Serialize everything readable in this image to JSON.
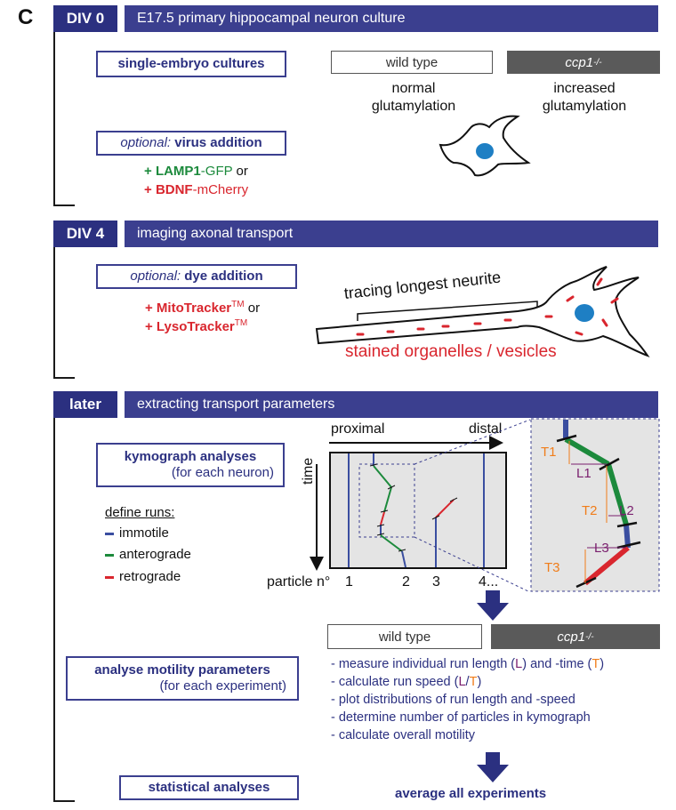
{
  "panel_letter": "C",
  "div0": {
    "tag": "DIV 0",
    "title": "E17.5 primary hippocampal neuron culture",
    "single_embryo": "single-embryo cultures",
    "wt_label": "wild type",
    "ko_label": "ccp1",
    "ko_sup": "-/-",
    "wt_desc_1": "normal",
    "wt_desc_2": "glutamylation",
    "ko_desc_1": "increased",
    "ko_desc_2": "glutamylation",
    "virus_optional": "optional:",
    "virus_label": "virus addition",
    "virus_item1_plus": "+ ",
    "virus_item1_bold": "LAMP1",
    "virus_item1_rest": "-GFP",
    "virus_item1_or": " or",
    "virus_item2_plus": "+ ",
    "virus_item2_bold": "BDNF",
    "virus_item2_rest": "-mCherry"
  },
  "div4": {
    "tag": "DIV 4",
    "title": "imaging axonal transport",
    "dye_optional": "optional:",
    "dye_label": "dye addition",
    "dye_item1": "+ MitoTracker",
    "dye_item1_tm": "TM",
    "dye_item1_or": " or",
    "dye_item2": "+ LysoTracker",
    "dye_item2_tm": "TM",
    "tracing": "tracing longest neurite",
    "stained": "stained organelles / vesicles"
  },
  "later": {
    "tag": "later",
    "title": "extracting transport parameters",
    "kymo_line1": "kymograph analyses",
    "kymo_line2": "(for each neuron)",
    "define_runs": "define runs:",
    "run_immotile": "immotile",
    "run_antero": "anterograde",
    "run_retro": "retrograde",
    "proximal": "proximal",
    "distal": "distal",
    "time": "time",
    "particle": "particle n°",
    "p1": "1",
    "p2": "2",
    "p3": "3",
    "p4": "4...",
    "T1": "T1",
    "T2": "T2",
    "T3": "T3",
    "L1": "L1",
    "L2": "L2",
    "L3": "L3",
    "wt_label": "wild type",
    "ko_label": "ccp1",
    "ko_sup": "-/-",
    "motility_line1": "analyse motility parameters",
    "motility_line2": "(for each experiment)",
    "step1_a": "- measure individual run length (",
    "step1_L": "L",
    "step1_b": ") and -time (",
    "step1_T": "T",
    "step1_c": ")",
    "step2_a": "- calculate run speed (",
    "step2_L": "L",
    "step2_slash": "/",
    "step2_T": "T",
    "step2_c": ")",
    "step3": "- plot distributions of run length and -speed",
    "step4": "- determine number of particles in kymograph",
    "step5": "- calculate overall motility",
    "stats": "statistical analyses",
    "average": "average all experiments"
  },
  "colors": {
    "navy": "#2b3080",
    "green": "#1c8a3c",
    "red": "#d9262e",
    "orange": "#f07d1a",
    "purple": "#7a1f6e",
    "immotile": "#3a4ea0"
  }
}
